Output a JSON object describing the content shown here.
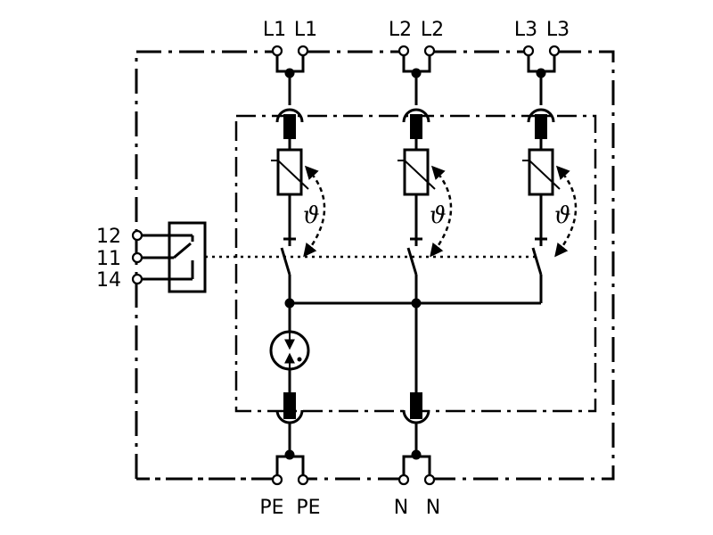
{
  "terminals_top": [
    "L1",
    "L1",
    "L2",
    "L2",
    "L3",
    "L3"
  ],
  "terminals_bottom": [
    "PE",
    "PE",
    "N",
    "N"
  ],
  "signal_contacts": [
    "12",
    "11",
    "14"
  ],
  "thermal_symbol": "ϑ"
}
